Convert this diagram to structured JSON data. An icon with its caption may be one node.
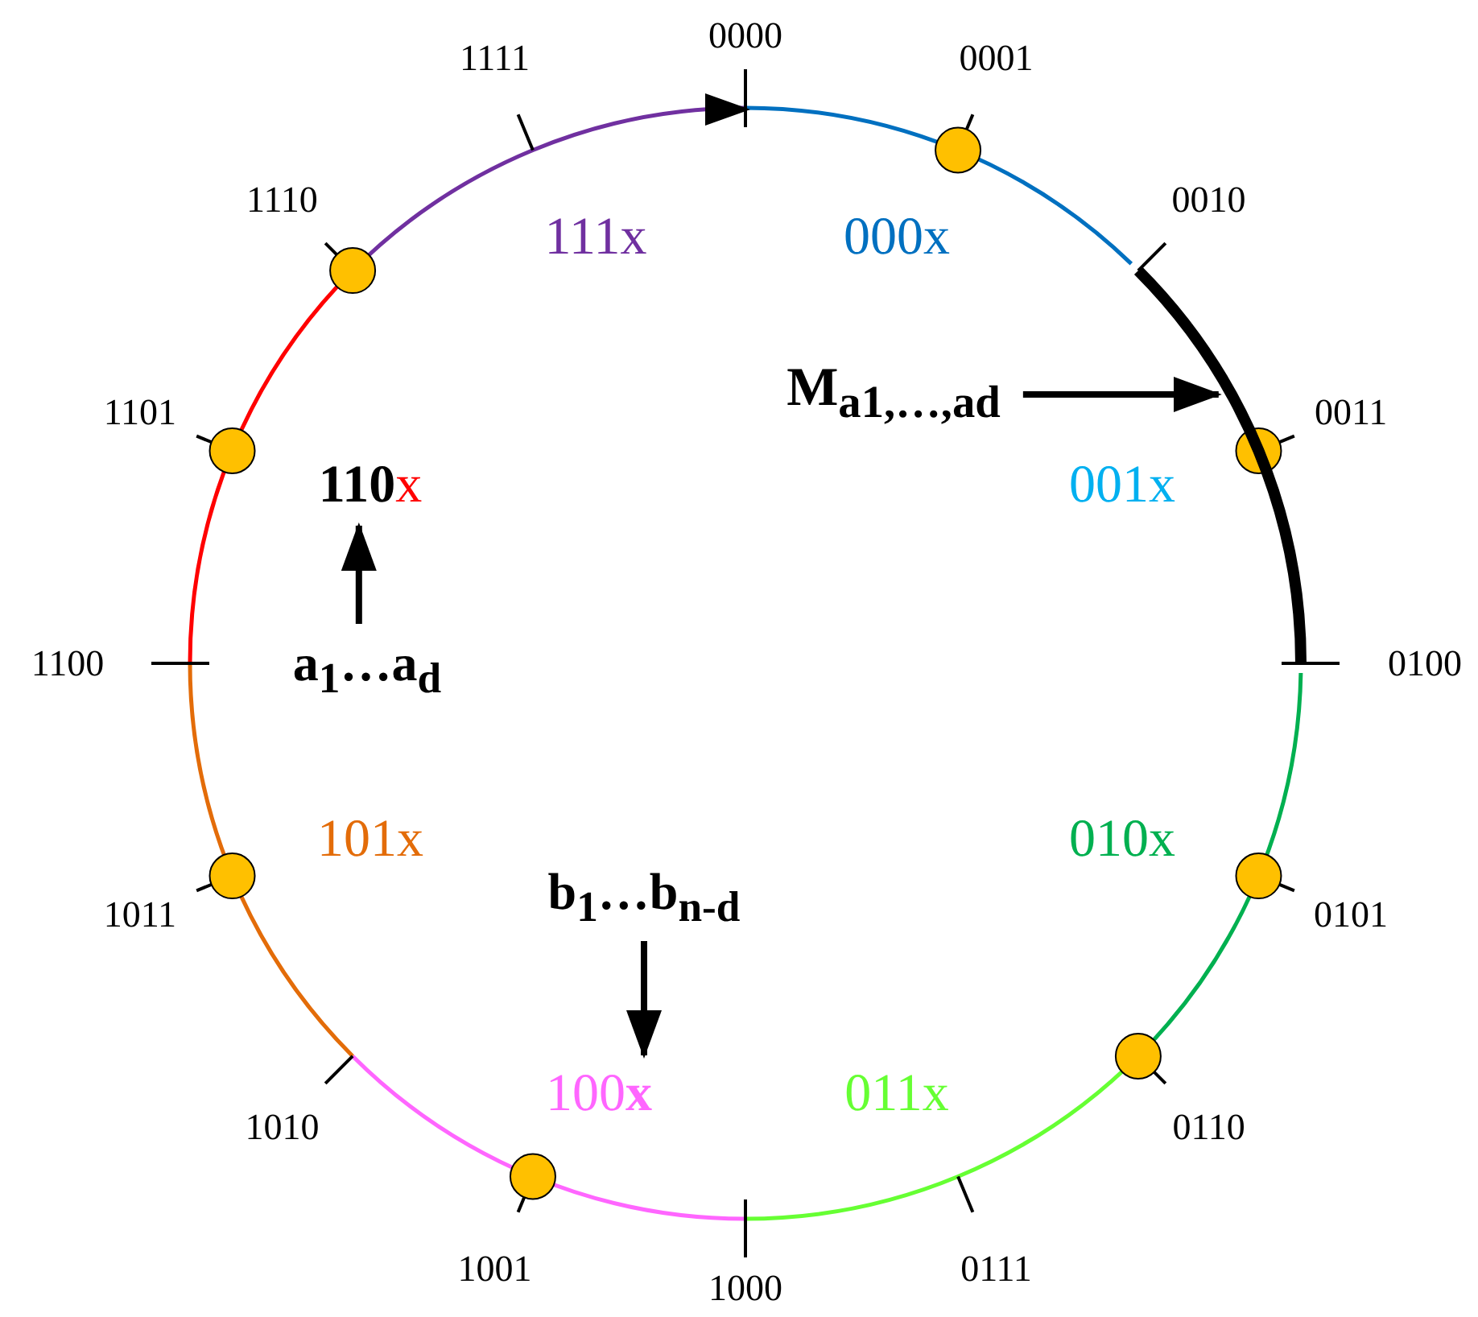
{
  "diagram": {
    "nodes": [
      {
        "text": [
          "M$_{a1,…,ad}$"
        ]
      },
      {
        "text": [],
        "shape": "bar"
      },
      {
        "text": [
          "**110**x"
        ]
      },
      {
        "text": [
          "a$_{1}$…a$_{d}$"
        ]
      },
      {
        "text": [
          "b$_{1}$…b$_{n-d}$"
        ]
      },
      {
        "text": [
          "100**x**"
        ]
      }
    ],
    "edges": [
      {
        "from": 0,
        "to": 1,
        "arrow": "to"
      },
      {
        "from": 3,
        "to": 2,
        "arrow": "to"
      },
      {
        "from": 4,
        "to": 5,
        "arrow": "to"
      }
    ],
    "labels": [
      "0000",
      "0001",
      "0010",
      "0011",
      "0100",
      "0101",
      "0110",
      "0111",
      "1000",
      "1001",
      "1010",
      "1011",
      "1100",
      "1101",
      "1110",
      "1111",
      "000x",
      "001x",
      "010x",
      "011x",
      "101x",
      "111x"
    ]
  }
}
